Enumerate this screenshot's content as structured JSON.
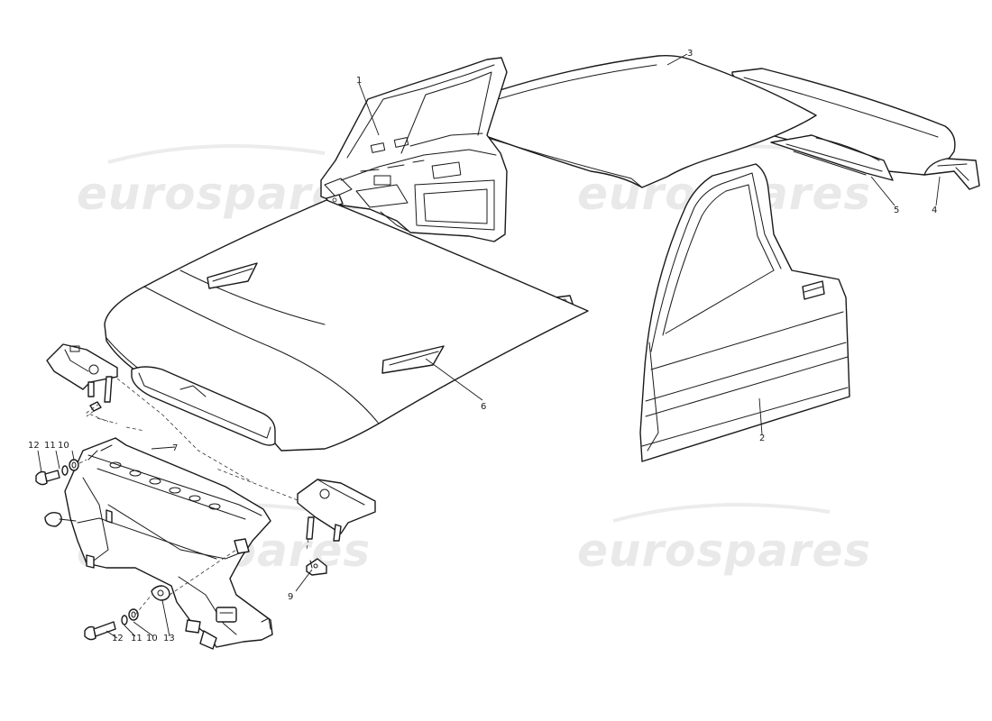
{
  "watermark": {
    "text": "eurospares",
    "color": "#e9e9e9"
  },
  "parts": [
    {
      "id": "1",
      "label": "1"
    },
    {
      "id": "2",
      "label": "2"
    },
    {
      "id": "3",
      "label": "3"
    },
    {
      "id": "4",
      "label": "4"
    },
    {
      "id": "5",
      "label": "5"
    },
    {
      "id": "6",
      "label": "6"
    },
    {
      "id": "7",
      "label": "7"
    },
    {
      "id": "9",
      "label": "9"
    },
    {
      "id": "10",
      "label": "10"
    },
    {
      "id": "11",
      "label": "11"
    },
    {
      "id": "12",
      "label": "12"
    },
    {
      "id": "13",
      "label": "13"
    }
  ]
}
